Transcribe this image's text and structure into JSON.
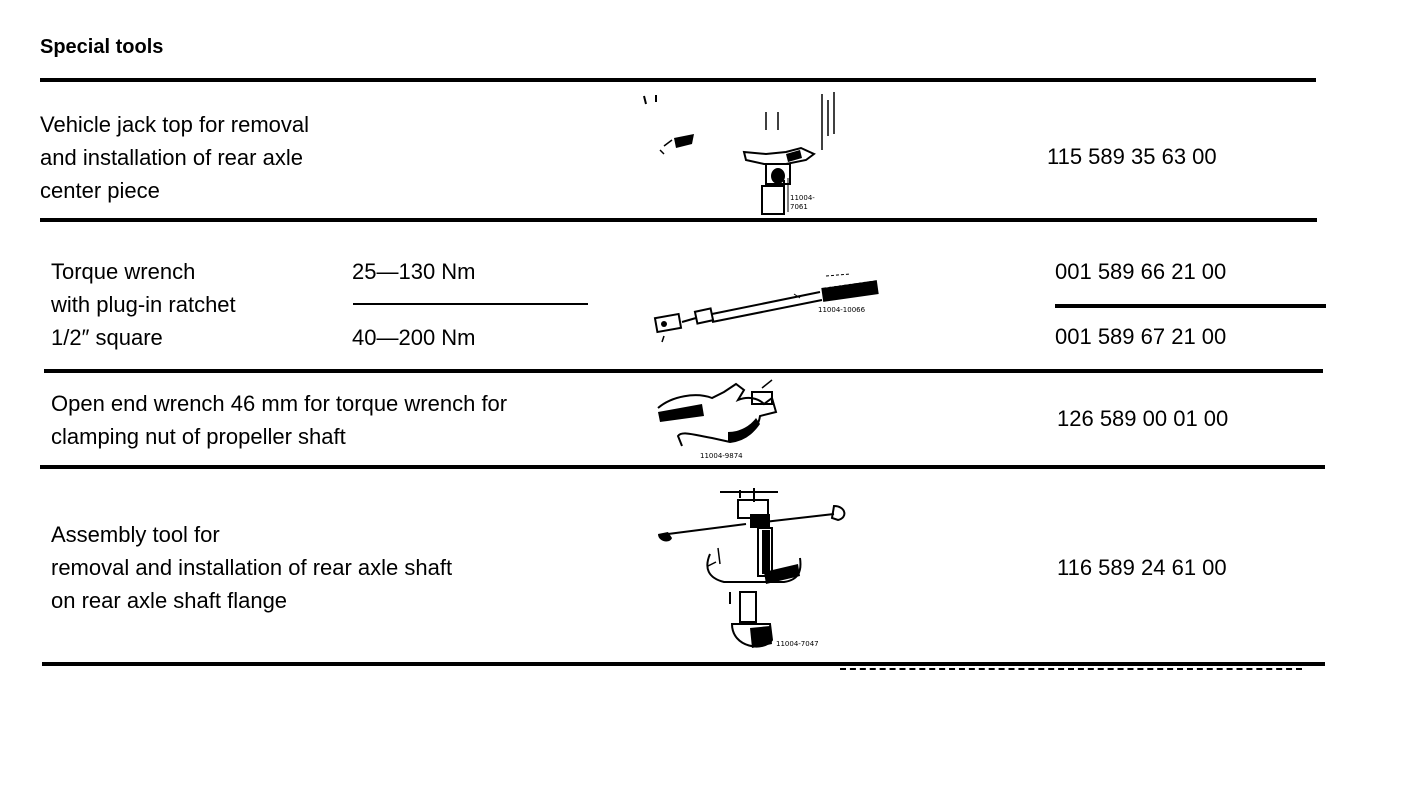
{
  "title": "Special tools",
  "rows": [
    {
      "description": [
        "Vehicle jack top for removal",
        "and installation of rear axle",
        "center piece"
      ],
      "figure": {
        "icon": "jack-top-tool-icon",
        "caption": "11004-7061"
      },
      "part_number": "115 589 35 63 00"
    },
    {
      "description": [
        "Torque wrench",
        "with plug-in ratchet",
        "1/2″ square"
      ],
      "ranges": [
        "25—130 Nm",
        "40—200 Nm"
      ],
      "figure": {
        "icon": "torque-wrench-icon",
        "caption": "11004-10066"
      },
      "part_numbers": [
        "001 589 66 21 00",
        "001 589 67 21 00"
      ]
    },
    {
      "description": [
        "Open end wrench 46 mm for torque wrench for",
        "clamping nut of propeller shaft"
      ],
      "figure": {
        "icon": "open-end-wrench-icon",
        "caption": "11004-9874"
      },
      "part_number": "126 589 00 01 00"
    },
    {
      "description": [
        "Assembly tool for",
        "removal and installation of rear axle shaft",
        "on rear axle shaft flange"
      ],
      "figure": {
        "icon": "assembly-tool-icon",
        "caption": "11004-7047"
      },
      "part_number": "116 589 24 61 00"
    }
  ]
}
